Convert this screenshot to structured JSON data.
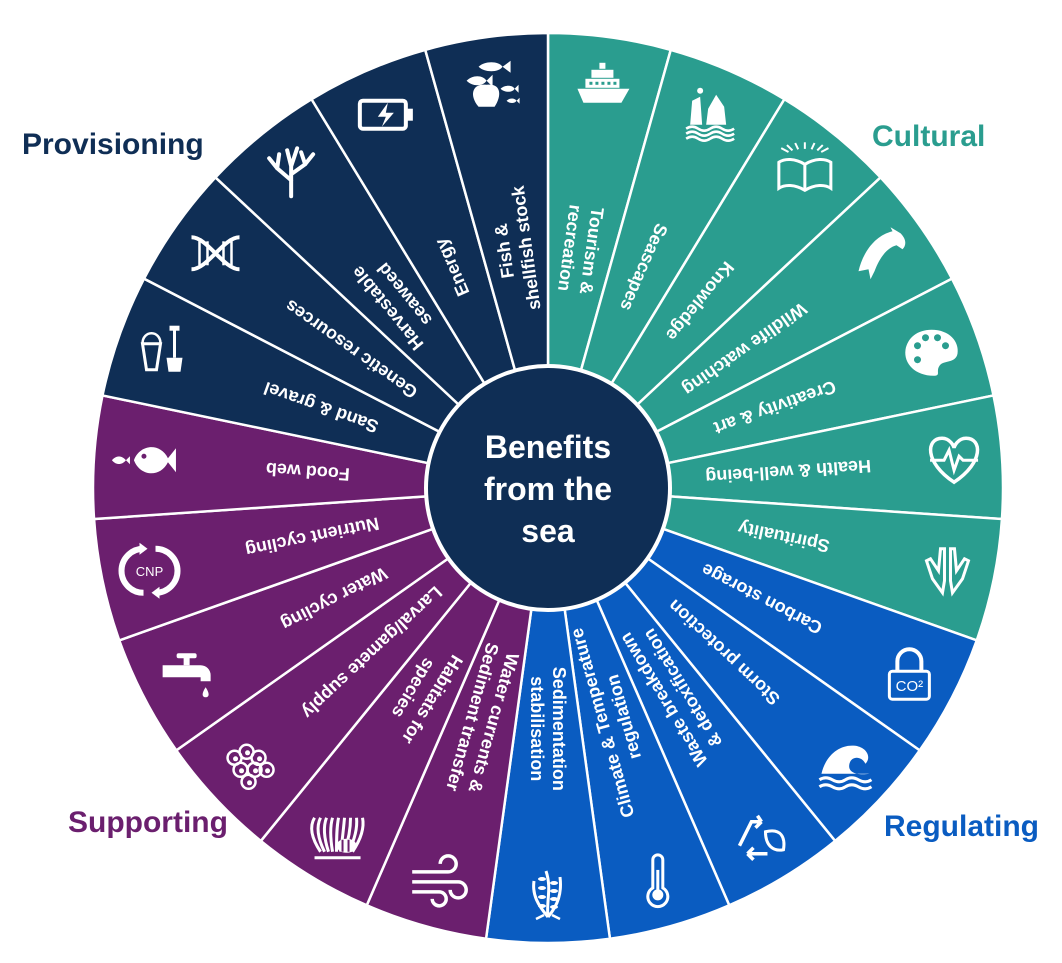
{
  "center": {
    "lines": [
      "Benefits",
      "from the",
      "sea"
    ]
  },
  "colors": {
    "provisioning": "#0f2e55",
    "cultural": "#2a9d8f",
    "regulating": "#0a5cc1",
    "supporting": "#6b1f6e",
    "center": "#0f2e55",
    "divider": "#ffffff"
  },
  "categories": [
    {
      "id": "provisioning",
      "label": "Provisioning",
      "color": "#0f2e55"
    },
    {
      "id": "cultural",
      "label": "Cultural",
      "color": "#2a9d8f"
    },
    {
      "id": "regulating",
      "label": "Regulating",
      "color": "#0a5cc1"
    },
    {
      "id": "supporting",
      "label": "Supporting",
      "color": "#6b1f6e"
    }
  ],
  "segments": [
    {
      "name": "tourism-recreation",
      "category": "cultural",
      "lines": [
        "Tourism &",
        "recreation"
      ],
      "icon": "cruise-ship-icon"
    },
    {
      "name": "seascapes",
      "category": "cultural",
      "lines": [
        "Seascapes"
      ],
      "icon": "sea-stacks-icon"
    },
    {
      "name": "knowledge",
      "category": "cultural",
      "lines": [
        "Knowledge"
      ],
      "icon": "open-book-icon"
    },
    {
      "name": "wildlife-watching",
      "category": "cultural",
      "lines": [
        "Wildlife watching"
      ],
      "icon": "dolphin-icon"
    },
    {
      "name": "creativity-art",
      "category": "cultural",
      "lines": [
        "Creativity & art"
      ],
      "icon": "paint-palette-icon"
    },
    {
      "name": "health-well-being",
      "category": "cultural",
      "lines": [
        "Health & well-being"
      ],
      "icon": "heartbeat-icon"
    },
    {
      "name": "spirituality",
      "category": "cultural",
      "lines": [
        "Spirituality"
      ],
      "icon": "praying-hands-icon"
    },
    {
      "name": "carbon-storage",
      "category": "regulating",
      "lines": [
        "Carbon storage"
      ],
      "icon": "co2-lock-icon",
      "icon_text": "CO²"
    },
    {
      "name": "storm-protection",
      "category": "regulating",
      "lines": [
        "Storm protection"
      ],
      "icon": "wave-icon"
    },
    {
      "name": "waste-breakdown",
      "category": "regulating",
      "lines": [
        "Waste breakdown",
        "& detoxification"
      ],
      "icon": "recycle-leaf-icon"
    },
    {
      "name": "climate-temperature",
      "category": "regulating",
      "lines": [
        "Climate & Temperature",
        "regulation"
      ],
      "icon": "thermometer-icon"
    },
    {
      "name": "sedimentation",
      "category": "regulating",
      "lines": [
        "Sedimentation",
        "stabilisation"
      ],
      "icon": "seagrass-icon"
    },
    {
      "name": "water-currents",
      "category": "supporting",
      "lines": [
        "Water currents &",
        "Sediment transfer"
      ],
      "icon": "wind-current-icon"
    },
    {
      "name": "habitats",
      "category": "supporting",
      "lines": [
        "Habitats for",
        "species"
      ],
      "icon": "anemone-fish-icon"
    },
    {
      "name": "larval-gamete",
      "category": "supporting",
      "lines": [
        "Larval/gamete supply"
      ],
      "icon": "fish-eggs-icon"
    },
    {
      "name": "water-cycling",
      "category": "supporting",
      "lines": [
        "Water cycling"
      ],
      "icon": "water-tap-icon"
    },
    {
      "name": "nutrient-cycling",
      "category": "supporting",
      "lines": [
        "Nutrient cycling"
      ],
      "icon": "cnp-cycle-icon",
      "icon_text": "CNP"
    },
    {
      "name": "food-web",
      "category": "supporting",
      "lines": [
        "Food web"
      ],
      "icon": "fish-eating-fish-icon"
    },
    {
      "name": "sand-gravel",
      "category": "provisioning",
      "lines": [
        "Sand & gravel"
      ],
      "icon": "bucket-spade-icon"
    },
    {
      "name": "genetic-resources",
      "category": "provisioning",
      "lines": [
        "Genetic resources"
      ],
      "icon": "dna-icon"
    },
    {
      "name": "harvestable-seaweed",
      "category": "provisioning",
      "lines": [
        "Harvestable",
        "seaweed"
      ],
      "icon": "seaweed-icon"
    },
    {
      "name": "energy",
      "category": "provisioning",
      "lines": [
        "Energy"
      ],
      "icon": "battery-icon"
    },
    {
      "name": "fish-shellfish",
      "category": "provisioning",
      "lines": [
        "Fish &",
        "shellfish stock"
      ],
      "icon": "fish-shell-icon"
    }
  ]
}
